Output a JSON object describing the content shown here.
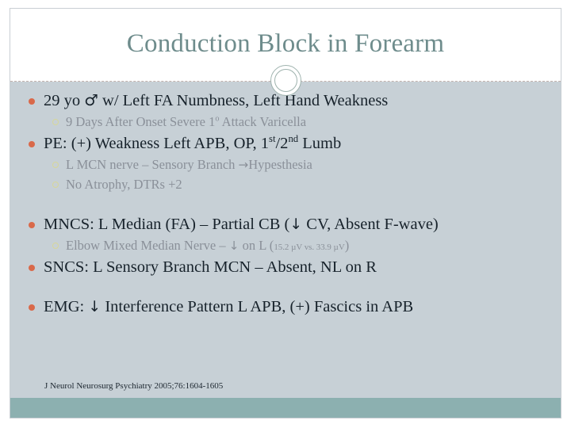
{
  "slide": {
    "title": "Conduction Block in Forearm",
    "citation": "J Neurol Neurosurg Psychiatry 2005;76:1604-1605",
    "colors": {
      "title": "#6e8c8c",
      "body_background": "#c7d0d6",
      "header_background": "#ffffff",
      "level1_bullet": "#d9694a",
      "level2_bullet": "#d8d79a",
      "level1_text": "#17222b",
      "level2_text": "#8a9099",
      "footer_band": "#8cb0b0",
      "frame_border": "#c9cfd4",
      "divider": "#b9a6a0"
    },
    "bullets": [
      {
        "level": 1,
        "id": "history",
        "parts": [
          {
            "t": "29 yo "
          },
          {
            "t": "♂",
            "style": "male"
          },
          {
            "t": " w/ Left FA Numbness, Left Hand Weakness"
          }
        ],
        "plain": "29 yo ♂ w/ Left FA Numbness, Left Hand Weakness"
      },
      {
        "level": 2,
        "id": "history-sub",
        "parts": [
          {
            "t": "9 Days After Onset Severe 1"
          },
          {
            "t": "o",
            "style": "sup"
          },
          {
            "t": " Attack Varicella"
          }
        ],
        "plain": "9 Days After Onset Severe 1o Attack Varicella"
      },
      {
        "level": 1,
        "id": "pe",
        "parts": [
          {
            "t": "PE: (+) Weakness Left APB, OP, 1"
          },
          {
            "t": "st",
            "style": "sup"
          },
          {
            "t": "/2"
          },
          {
            "t": "nd",
            "style": "sup"
          },
          {
            "t": " Lumb"
          }
        ],
        "plain": "PE: (+) Weakness Left APB, OP, 1st/2nd Lumb"
      },
      {
        "level": 2,
        "id": "pe-sub-1",
        "parts": [
          {
            "t": "L MCN nerve – Sensory Branch "
          },
          {
            "t": "→",
            "style": "arrowrt"
          },
          {
            "t": "Hypesthesia"
          }
        ],
        "plain": "L MCN nerve – Sensory Branch →Hypesthesia"
      },
      {
        "level": 2,
        "id": "pe-sub-2",
        "parts": [
          {
            "t": "No Atrophy, DTRs +2"
          }
        ],
        "plain": "No Atrophy, DTRs +2"
      },
      {
        "level": 1,
        "id": "mncs",
        "parts": [
          {
            "t": "MNCS: L Median (FA) – Partial CB ("
          },
          {
            "t": "↓",
            "style": "arrowdn"
          },
          {
            "t": " CV, Absent F-wave)"
          }
        ],
        "plain": "MNCS: L Median (FA) – Partial CB (↓ CV, Absent F-wave)"
      },
      {
        "level": 2,
        "id": "mncs-sub",
        "parts": [
          {
            "t": "Elbow Mixed Median Nerve – "
          },
          {
            "t": "↓",
            "style": "arrowdn"
          },
          {
            "t": " on L ("
          },
          {
            "t": "15.2 µV vs. 33.9 µV",
            "style": "tiny"
          },
          {
            "t": ")"
          }
        ],
        "plain": "Elbow Mixed Median Nerve – ↓ on L (15.2 µV vs. 33.9 µV)"
      },
      {
        "level": 1,
        "id": "sncs",
        "parts": [
          {
            "t": "SNCS: L Sensory Branch MCN – Absent, NL on R"
          }
        ],
        "plain": "SNCS: L Sensory Branch MCN – Absent, NL on R"
      },
      {
        "level": 1,
        "id": "emg",
        "parts": [
          {
            "t": "EMG: "
          },
          {
            "t": "↓",
            "style": "arrowdn"
          },
          {
            "t": " Interference Pattern L APB, (+) Fascics in APB"
          }
        ],
        "plain": "EMG: ↓ Interference Pattern L APB, (+) Fascics in APB"
      }
    ]
  }
}
